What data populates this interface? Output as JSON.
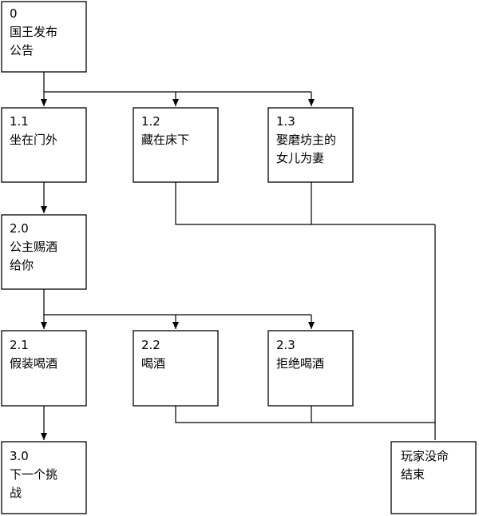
{
  "nodes": [
    {
      "id": "n0",
      "lines": [
        "0",
        "国王发布",
        "公告"
      ]
    },
    {
      "id": "n11",
      "lines": [
        "1.1",
        "坐在门外"
      ]
    },
    {
      "id": "n12",
      "lines": [
        "1.2",
        "藏在床下"
      ]
    },
    {
      "id": "n13",
      "lines": [
        "1.3",
        "娶磨坊主的",
        "女儿为妻"
      ]
    },
    {
      "id": "n20",
      "lines": [
        "2.0",
        "公主赐酒",
        "给你"
      ]
    },
    {
      "id": "n21",
      "lines": [
        "2.1",
        "假装喝酒"
      ]
    },
    {
      "id": "n22",
      "lines": [
        "2.2",
        "喝酒"
      ]
    },
    {
      "id": "n23",
      "lines": [
        "2.3",
        "拒绝喝酒"
      ]
    },
    {
      "id": "n30",
      "lines": [
        "3.0",
        "下一个挑",
        "战"
      ]
    },
    {
      "id": "nend",
      "lines": [
        "玩家没命",
        "结束"
      ]
    }
  ]
}
